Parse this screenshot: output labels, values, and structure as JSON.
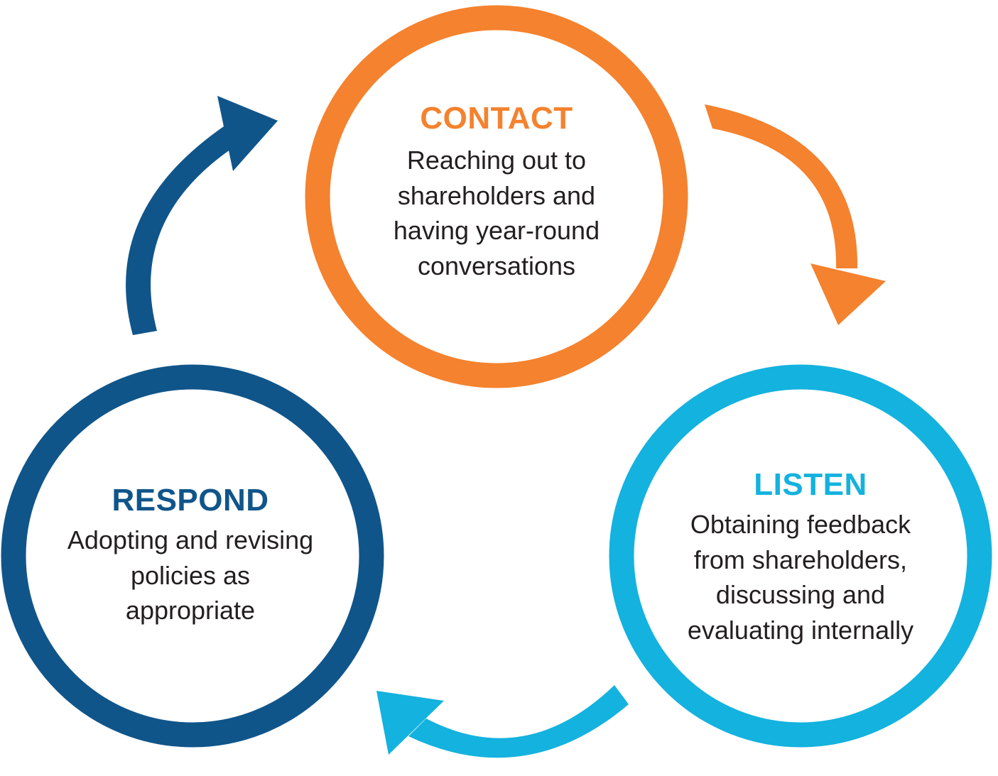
{
  "colors": {
    "contact": "#f4822e",
    "listen": "#14b2de",
    "respond": "#10558a",
    "text": "#231f20",
    "background": "#ffffff"
  },
  "stages": [
    {
      "id": "contact",
      "title": "CONTACT",
      "description_lines": [
        "Reaching out to",
        "shareholders and",
        "having year-round",
        "conversations"
      ]
    },
    {
      "id": "listen",
      "title": "LISTEN",
      "description_lines": [
        "Obtaining feedback",
        "from shareholders,",
        "discussing and",
        "evaluating internally"
      ]
    },
    {
      "id": "respond",
      "title": "RESPOND",
      "description_lines": [
        "Adopting and revising",
        "policies as",
        "appropriate"
      ]
    }
  ],
  "arrows": [
    {
      "from": "contact",
      "to": "listen",
      "icon": "curved-arrow-clockwise-down"
    },
    {
      "from": "listen",
      "to": "respond",
      "icon": "curved-arrow-left"
    },
    {
      "from": "respond",
      "to": "contact",
      "icon": "curved-arrow-up-right"
    }
  ]
}
